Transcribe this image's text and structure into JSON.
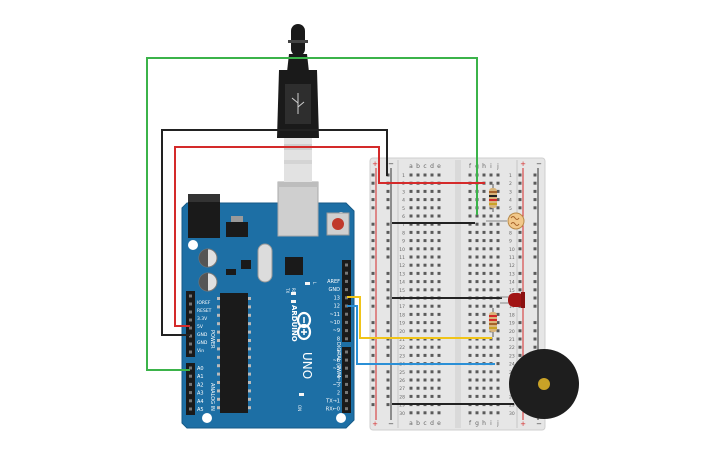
{
  "board": {
    "brand": "ARDUINO",
    "model": "UNO",
    "digital_header_label": "DIGITAL (PWM~)",
    "power_label": "POWER",
    "analog_label": "ANALOG IN",
    "power_pins": [
      "IOREF",
      "RESET",
      "3.3V",
      "5V",
      "GND",
      "GND",
      "Vin"
    ],
    "analog_pins": [
      "A0",
      "A1",
      "A2",
      "A3",
      "A4",
      "A5"
    ],
    "digital_pins_top": [
      "AREF",
      "GND",
      "13",
      "12",
      "~11",
      "~10",
      "~9",
      "8"
    ],
    "digital_pins_bottom": [
      "7",
      "~6",
      "~5",
      "4",
      "~3",
      "2",
      "TX→1",
      "RX←0"
    ],
    "led_labels": [
      "TX",
      "RX",
      "L",
      "ON"
    ]
  },
  "breadboard": {
    "columns_left": [
      "a",
      "b",
      "c",
      "d",
      "e"
    ],
    "columns_right": [
      "f",
      "g",
      "h",
      "i",
      "j"
    ],
    "rows": [
      "1",
      "2",
      "3",
      "4",
      "5",
      "6",
      "7",
      "8",
      "9",
      "10",
      "11",
      "12",
      "13",
      "14",
      "15",
      "16",
      "17",
      "18",
      "19",
      "20",
      "21",
      "22",
      "23",
      "24",
      "25",
      "26",
      "27",
      "28",
      "29",
      "30"
    ],
    "rail_plus": "+",
    "rail_minus": "−"
  },
  "colors": {
    "board": "#1d6fa5",
    "wire_red": "#d42a2a",
    "wire_black": "#222222",
    "wire_green": "#3bb34a",
    "wire_yellow": "#f0c419",
    "wire_blue": "#2a8fd6",
    "led": "#a11414",
    "buzzer": "#1e1e1e"
  }
}
